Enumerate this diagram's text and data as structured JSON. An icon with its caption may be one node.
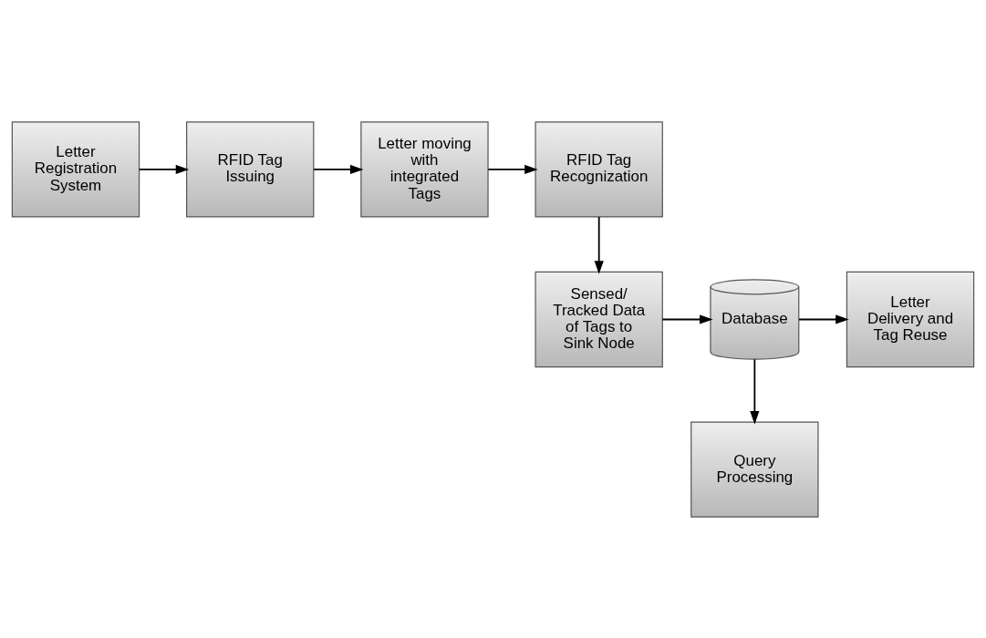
{
  "diagram": {
    "nodes": [
      {
        "text": [
          "Letter Registration System"
        ]
      },
      {
        "text": [
          "RFID Tag Issuing"
        ]
      },
      {
        "text": [
          "Letter moving with integrated Tags"
        ]
      },
      {
        "text": [
          "RFID Tag Recognization"
        ]
      },
      {
        "text": [
          "Sensed/ Tracked Data of Tags to Sink Node"
        ]
      },
      {
        "text": [
          "Database"
        ]
      },
      {
        "text": [
          "Letter Delivery and Tag Reuse"
        ]
      },
      {
        "text": [
          "Query Processing"
        ]
      }
    ],
    "edges": [
      {
        "from": 0,
        "to": 1,
        "arrow": "to"
      },
      {
        "from": 1,
        "to": 2,
        "arrow": "to"
      },
      {
        "from": 2,
        "to": 3,
        "arrow": "to"
      },
      {
        "from": 3,
        "to": 4,
        "arrow": "to"
      },
      {
        "from": 4,
        "to": 5,
        "arrow": "to"
      },
      {
        "from": 5,
        "to": 6,
        "arrow": "to"
      },
      {
        "from": 5,
        "to": 7,
        "arrow": "to"
      }
    ]
  }
}
